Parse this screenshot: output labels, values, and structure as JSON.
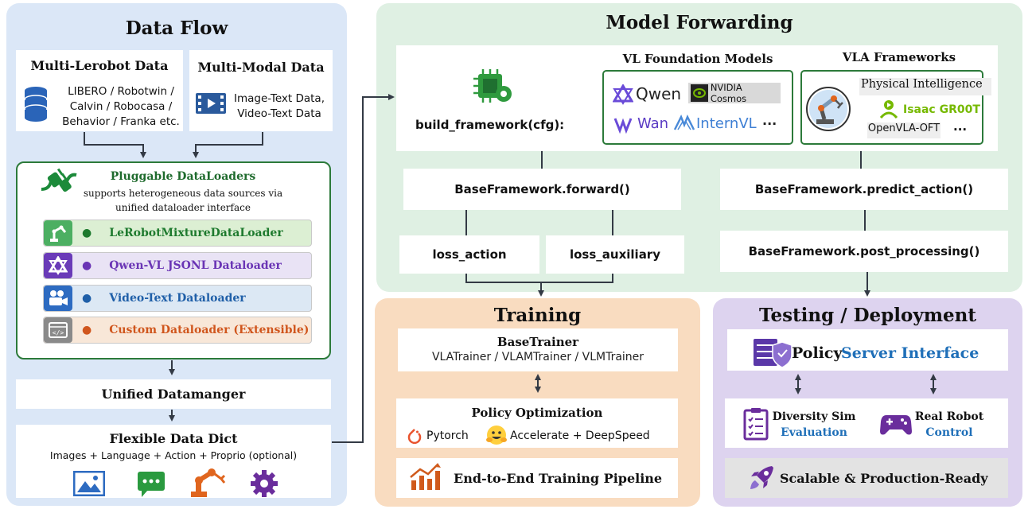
{
  "data_flow": {
    "title": "Data Flow",
    "multi_lerobot": {
      "title": "Multi-Lerobot Data",
      "lines": [
        "LIBERO / Robotwin /",
        "Calvin / Robocasa /",
        "Behavior / Franka etc."
      ]
    },
    "multi_modal": {
      "title": "Multi-Modal Data",
      "lines": [
        "Image-Text Data,",
        "Video-Text Data"
      ]
    },
    "pluggable": {
      "title": "Pluggable DataLoaders",
      "desc_lines": [
        "supports heterogeneous data sources via",
        "unified dataloader interface"
      ],
      "loaders": [
        {
          "label": "LeRobotMixtureDataLoader",
          "color": "#1e7a2e",
          "bg": "#dcefd3",
          "icon_bg": "#4caf62",
          "icon": "robot-arm-icon"
        },
        {
          "label": "Qwen-VL JSONL Dataloader",
          "color": "#6a35b5",
          "bg": "#e9e3f5",
          "icon_bg": "#6a3bb8",
          "icon": "qwen-icon"
        },
        {
          "label": "Video-Text Dataloader",
          "color": "#1f5fa8",
          "bg": "#dce8f4",
          "icon_bg": "#2d6bc1",
          "icon": "video-camera-icon"
        },
        {
          "label": "Custom Dataloader (Extensible)",
          "color": "#d0561d",
          "bg": "#f8e7d8",
          "icon_bg": "#8a8a8a",
          "icon": "code-icon"
        }
      ]
    },
    "unified": "Unified Datamanger",
    "flexible": {
      "title": "Flexible Data Dict",
      "desc": "Images + Language + Action + Proprio (optional)"
    },
    "icons": {
      "image": "#2d6bc1",
      "chat": "#2a9a3f",
      "robot": "#e0651e",
      "gear": "#6a2d9c"
    }
  },
  "model_forwarding": {
    "title": "Model Forwarding",
    "build": "build_framework(cfg):",
    "vl_title": "VL Foundation Models",
    "vl_models": [
      "Qwen",
      "NVIDIA Cosmos",
      "Wan",
      "InternVL",
      "···"
    ],
    "vla_title": "VLA Frameworks",
    "vla_items": [
      "Physical Intelligence",
      "Isaac GR00T",
      "OpenVLA-OFT",
      "···"
    ],
    "forward": "BaseFramework.forward()",
    "predict": "BaseFramework.predict_action()",
    "loss_action": "loss_action",
    "loss_aux": "loss_auxiliary",
    "post": "BaseFramework.post_processing()"
  },
  "training": {
    "title": "Training",
    "base_title": "BaseTrainer",
    "base_desc": "VLATrainer / VLAMTrainer / VLMTrainer",
    "policy_title": "Policy Optimization",
    "pytorch": "Pytorch",
    "accelerate": "Accelerate + DeepSpeed",
    "pipeline": "End-to-End Training Pipeline"
  },
  "testing": {
    "title": "Testing / Deployment",
    "policy": "Policy",
    "server": "Server Interface",
    "sim_title": "Diversity Sim",
    "sim_sub": "Evaluation",
    "robot_title": "Real Robot",
    "robot_sub": "Control",
    "scalable": "Scalable & Production-Ready"
  },
  "colors": {
    "data_bg": "#dbe7f7",
    "model_bg": "#dff0e3",
    "train_bg": "#f9dcc0",
    "test_bg": "#ddd3ef",
    "green_border": "#2c7a3a",
    "accent_blue": "#1f6fb8"
  }
}
